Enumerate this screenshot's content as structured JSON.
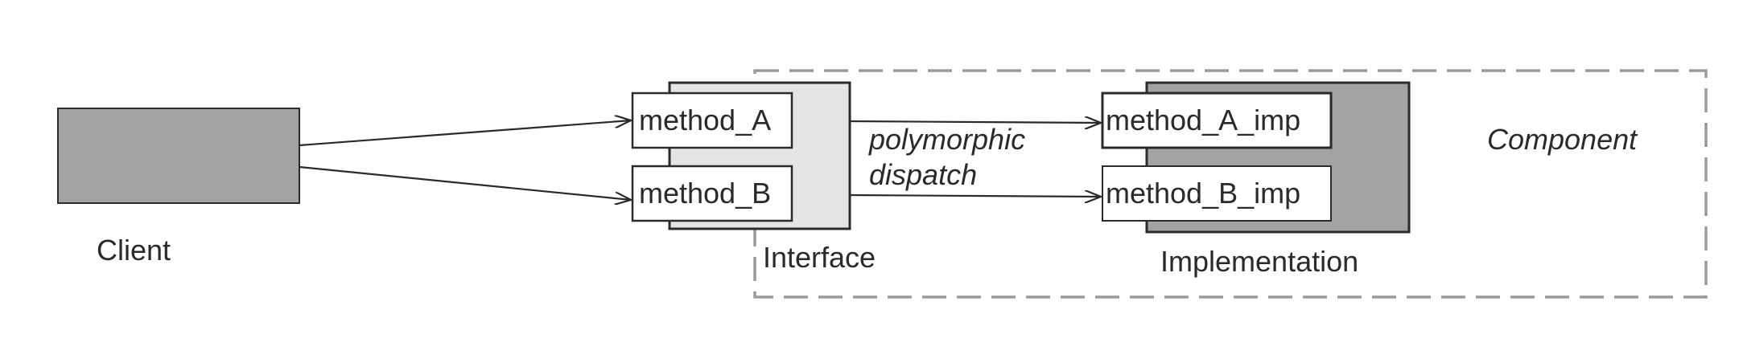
{
  "client": {
    "label": "Client"
  },
  "interface": {
    "label": "Interface",
    "methods": [
      "method_A",
      "method_B"
    ]
  },
  "dispatch": {
    "line1": "polymorphic",
    "line2": "dispatch"
  },
  "implementation": {
    "label": "Implementation",
    "methods": [
      "method_A_imp",
      "method_B_imp"
    ]
  },
  "component": {
    "label": "Component"
  },
  "colors": {
    "client_fill": "#a3a3a5",
    "interface_fill": "#e3e4e6",
    "implementation_fill": "#a3a3a5",
    "stroke": "#2a2a2a",
    "dashed_border": "#9a9a9a"
  }
}
